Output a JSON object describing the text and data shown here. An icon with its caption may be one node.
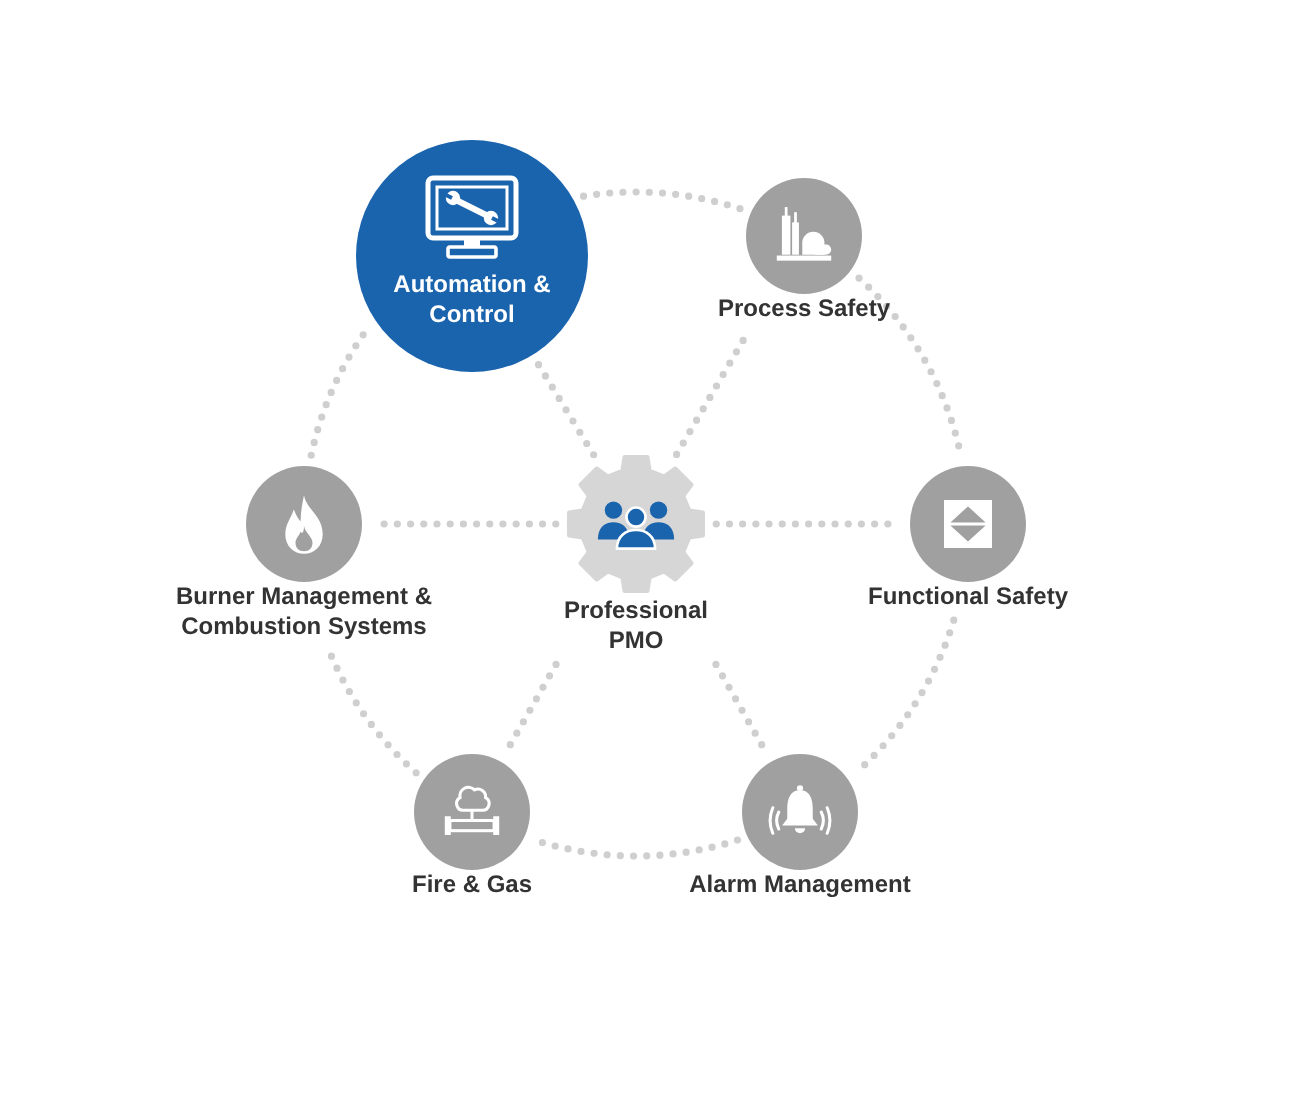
{
  "diagram": {
    "nodes": [
      {
        "text": [
          "Automation & Control"
        ]
      },
      {
        "text": [
          "Process Safety"
        ]
      },
      {
        "text": [
          "Burner Management & Combustion Systems"
        ]
      },
      {
        "text": [
          "Professional PMO"
        ]
      },
      {
        "text": [
          "Functional Safety"
        ]
      },
      {
        "text": [
          "Fire & Gas"
        ]
      },
      {
        "text": [
          "Alarm Management"
        ]
      }
    ],
    "edges": [
      {
        "from": 3,
        "to": 0,
        "arrow": "none"
      },
      {
        "from": 3,
        "to": 1,
        "arrow": "none"
      },
      {
        "from": 3,
        "to": 2,
        "arrow": "none"
      },
      {
        "from": 3,
        "to": 4,
        "arrow": "none"
      },
      {
        "from": 3,
        "to": 5,
        "arrow": "none"
      },
      {
        "from": 3,
        "to": 6,
        "arrow": "none"
      },
      {
        "from": 0,
        "to": 1,
        "arrow": "none"
      },
      {
        "from": 1,
        "to": 4,
        "arrow": "none"
      },
      {
        "from": 4,
        "to": 6,
        "arrow": "none"
      },
      {
        "from": 6,
        "to": 5,
        "arrow": "none"
      },
      {
        "from": 5,
        "to": 2,
        "arrow": "none"
      },
      {
        "from": 2,
        "to": 0,
        "arrow": "none"
      }
    ]
  }
}
